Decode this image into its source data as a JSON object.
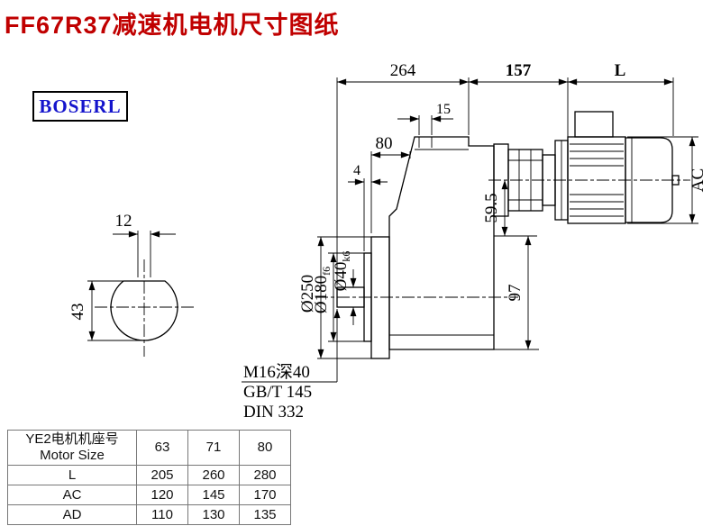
{
  "page": {
    "title": "FF67R37减速机电机尺寸图纸",
    "logo": "BOSERL",
    "title_color": "#c00000",
    "logo_color": "#1414cc"
  },
  "drawing": {
    "dims": {
      "top1": "264",
      "top2": "157",
      "top3": "L",
      "d15": "15",
      "d80": "80",
      "d4": "4",
      "ac": "AC",
      "d59_5": "59.5",
      "d97": "97",
      "dia250": "Ø250",
      "dia180": "Ø180",
      "dia180_tol": "f6",
      "dia40": "Ø40",
      "dia40_tol": "k6",
      "key_w": "12",
      "key_h": "43"
    },
    "notes": {
      "thread": "M16深40",
      "std1": "GB/T 145",
      "std2": "DIN 332"
    }
  },
  "table": {
    "header_cn": "YE2电机机座号",
    "header_en": "Motor Size",
    "frame_sizes": [
      "63",
      "71",
      "80"
    ],
    "rows": [
      {
        "label": "L",
        "values": [
          "205",
          "260",
          "280"
        ]
      },
      {
        "label": "AC",
        "values": [
          "120",
          "145",
          "170"
        ]
      },
      {
        "label": "AD",
        "values": [
          "110",
          "130",
          "135"
        ]
      }
    ]
  }
}
